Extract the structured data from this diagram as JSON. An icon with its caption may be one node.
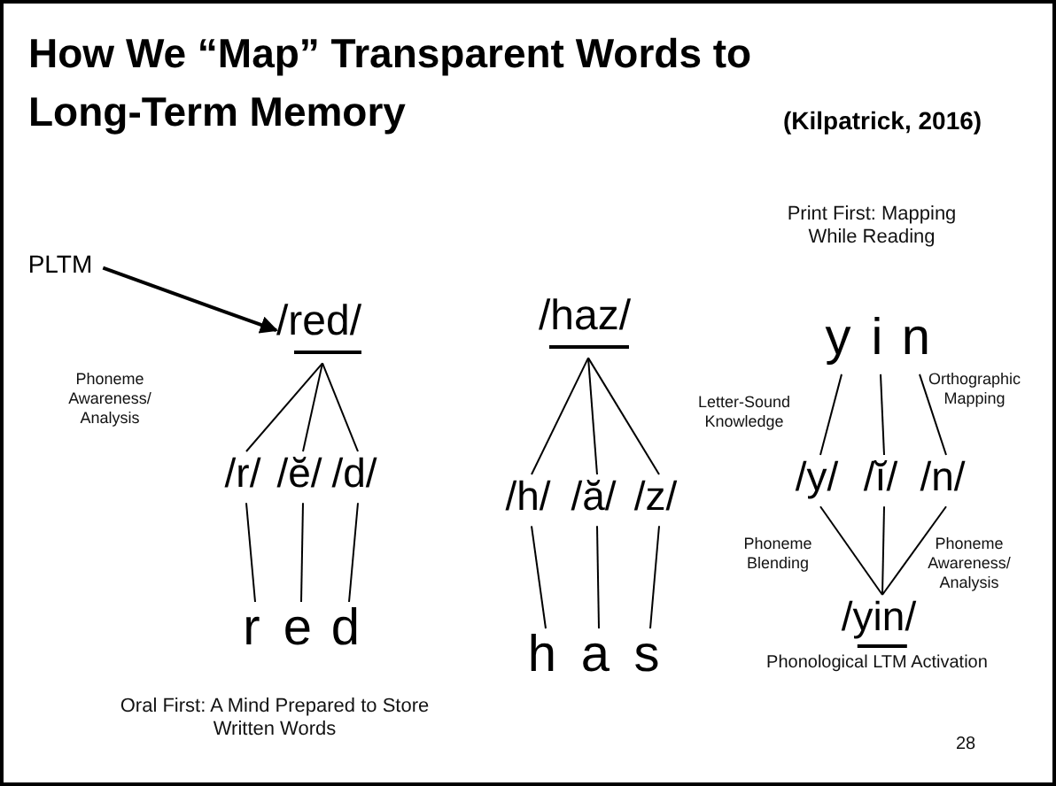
{
  "diagram": {
    "title": "How We “Map” Transparent Words to Long-Term Memory",
    "nodes": [
      {
        "text": [
          "PLTM"
        ]
      },
      {
        "text": [
          "/red/"
        ]
      },
      {
        "text": [
          "/r/"
        ]
      },
      {
        "text": [
          "/ĕ/"
        ]
      },
      {
        "text": [
          "/d/"
        ]
      },
      {
        "text": [
          "r"
        ]
      },
      {
        "text": [
          "e"
        ]
      },
      {
        "text": [
          "d"
        ]
      },
      {
        "text": [
          "/haz/"
        ]
      },
      {
        "text": [
          "/h/"
        ]
      },
      {
        "text": [
          "/ă/"
        ]
      },
      {
        "text": [
          "/z/"
        ]
      },
      {
        "text": [
          "h"
        ]
      },
      {
        "text": [
          "a"
        ]
      },
      {
        "text": [
          "s"
        ]
      },
      {
        "text": [
          "y"
        ]
      },
      {
        "text": [
          "i"
        ]
      },
      {
        "text": [
          "n"
        ]
      },
      {
        "text": [
          "/y/"
        ]
      },
      {
        "text": [
          "/ĭ/"
        ]
      },
      {
        "text": [
          "/n/"
        ]
      },
      {
        "text": [
          "/yin/"
        ]
      }
    ],
    "edges": [
      {
        "from": 0,
        "to": 1,
        "arrow": "to"
      },
      {
        "from": 1,
        "to": 2,
        "arrow": "none"
      },
      {
        "from": 1,
        "to": 3,
        "arrow": "none"
      },
      {
        "from": 1,
        "to": 4,
        "arrow": "none"
      },
      {
        "from": 2,
        "to": 5,
        "arrow": "none"
      },
      {
        "from": 3,
        "to": 6,
        "arrow": "none"
      },
      {
        "from": 4,
        "to": 7,
        "arrow": "none"
      },
      {
        "from": 8,
        "to": 9,
        "arrow": "none"
      },
      {
        "from": 8,
        "to": 10,
        "arrow": "none"
      },
      {
        "from": 8,
        "to": 11,
        "arrow": "none"
      },
      {
        "from": 9,
        "to": 12,
        "arrow": "none"
      },
      {
        "from": 10,
        "to": 13,
        "arrow": "none"
      },
      {
        "from": 11,
        "to": 14,
        "arrow": "none"
      },
      {
        "from": 15,
        "to": 18,
        "arrow": "none"
      },
      {
        "from": 16,
        "to": 19,
        "arrow": "none"
      },
      {
        "from": 17,
        "to": 20,
        "arrow": "none"
      },
      {
        "from": 18,
        "to": 21,
        "arrow": "none"
      },
      {
        "from": 19,
        "to": 21,
        "arrow": "none"
      },
      {
        "from": 20,
        "to": 21,
        "arrow": "none"
      }
    ],
    "labels": [
      "(Kilpatrick, 2016)",
      "Phoneme Awareness/ Analysis",
      "Oral First: A Mind Prepared to Store Written Words",
      "Print First: Mapping While Reading",
      "Letter-Sound Knowledge",
      "Orthographic Mapping",
      "Phoneme Blending",
      "Phoneme Awareness/ Analysis",
      "Phonological LTM Activation",
      "28"
    ]
  }
}
